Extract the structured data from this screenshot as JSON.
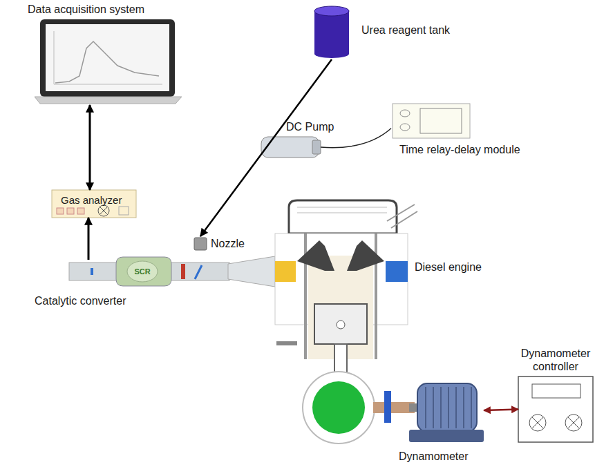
{
  "diagram": {
    "nodes": [
      {
        "text": [
          "Data acquisition system"
        ]
      },
      {
        "text": [
          "Urea reagent tank"
        ]
      },
      {
        "text": [
          "DC Pump"
        ]
      },
      {
        "text": [
          "Time relay-delay module"
        ]
      },
      {
        "text": [
          "Gas analyzer"
        ]
      },
      {
        "text": [
          "Nozzle"
        ]
      },
      {
        "text": [
          "Diesel engine"
        ]
      },
      {
        "text": [
          "Catalytic converter"
        ]
      },
      {
        "text": [
          "Dynamometer controller"
        ]
      },
      {
        "text": [
          "Dynamometer"
        ]
      }
    ],
    "edges": [
      {
        "from": 0,
        "to": 4,
        "arrow": "both"
      },
      {
        "from": 7,
        "to": 4,
        "arrow": "to"
      },
      {
        "from": 1,
        "to": 5,
        "arrow": "to"
      },
      {
        "from": 2,
        "to": 3,
        "arrow": "none"
      },
      {
        "from": 9,
        "to": 8,
        "arrow": "both"
      }
    ],
    "labels": [
      "SCR"
    ]
  }
}
